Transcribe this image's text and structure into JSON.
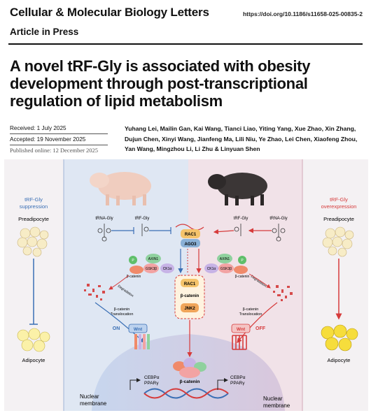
{
  "header": {
    "journal": "Cellular & Molecular Biology Letters",
    "doi": "https://doi.org/10.1186/s11658-025-00835-2",
    "status": "Article in Press"
  },
  "article": {
    "title": "A novel tRF-Gly is associated with obesity development through post-transcriptional regulation of lipid metabolism",
    "received": "Received: 1 July 2025",
    "accepted": "Accepted: 19 November 2025",
    "published": "Published online: 12 December 2025",
    "authors": "Yuhang Lei, Mailin Gan, Kai Wang, Tianci Liao, Yiting Yang, Xue Zhao, Xin Zhang, Dujun Chen, Xinyi Wang, Jianfeng Ma, Lili Niu, Ye Zhao, Lei Chen, Xiaofeng Zhou, Yan Wang, Mingzhou Li, Li Zhu & Linyuan Shen"
  },
  "figure": {
    "left_panel": {
      "title_line1": "tRF-Gly",
      "title_line2": "suppression",
      "top_label": "Preadipocyte",
      "bottom_label": "Adipocyte"
    },
    "right_panel": {
      "title_line1": "tRF-Gly",
      "title_line2": "overexpression",
      "top_label": "Preadipocyte",
      "bottom_label": "Adipocyte"
    },
    "labels": {
      "trna_gly": "tRNA-Gly",
      "trf_gly": "tRF-Gly",
      "rac1": "RAC1",
      "ago3": "AGO3",
      "axin1": "AXIN1",
      "gsk3b": "GSK3β",
      "ck1a": "CK1α",
      "p": "P",
      "bcatenin": "β-catenin",
      "jnk2": "JNK2",
      "degradation": "Degradation",
      "translocation_line1": "β-catenin",
      "translocation_line2": "Translocation",
      "on": "ON",
      "off": "OFF",
      "wnt": "Wnt",
      "cebpa": "CEBPα",
      "ppar": "PPARγ",
      "nuclear_line1": "Nuclear",
      "nuclear_line2": "membrane"
    },
    "colors": {
      "blue": "#3a6fb5",
      "red": "#d63b3b",
      "left_bg": "#dfe7f3",
      "right_bg": "#f1e2e8"
    }
  }
}
